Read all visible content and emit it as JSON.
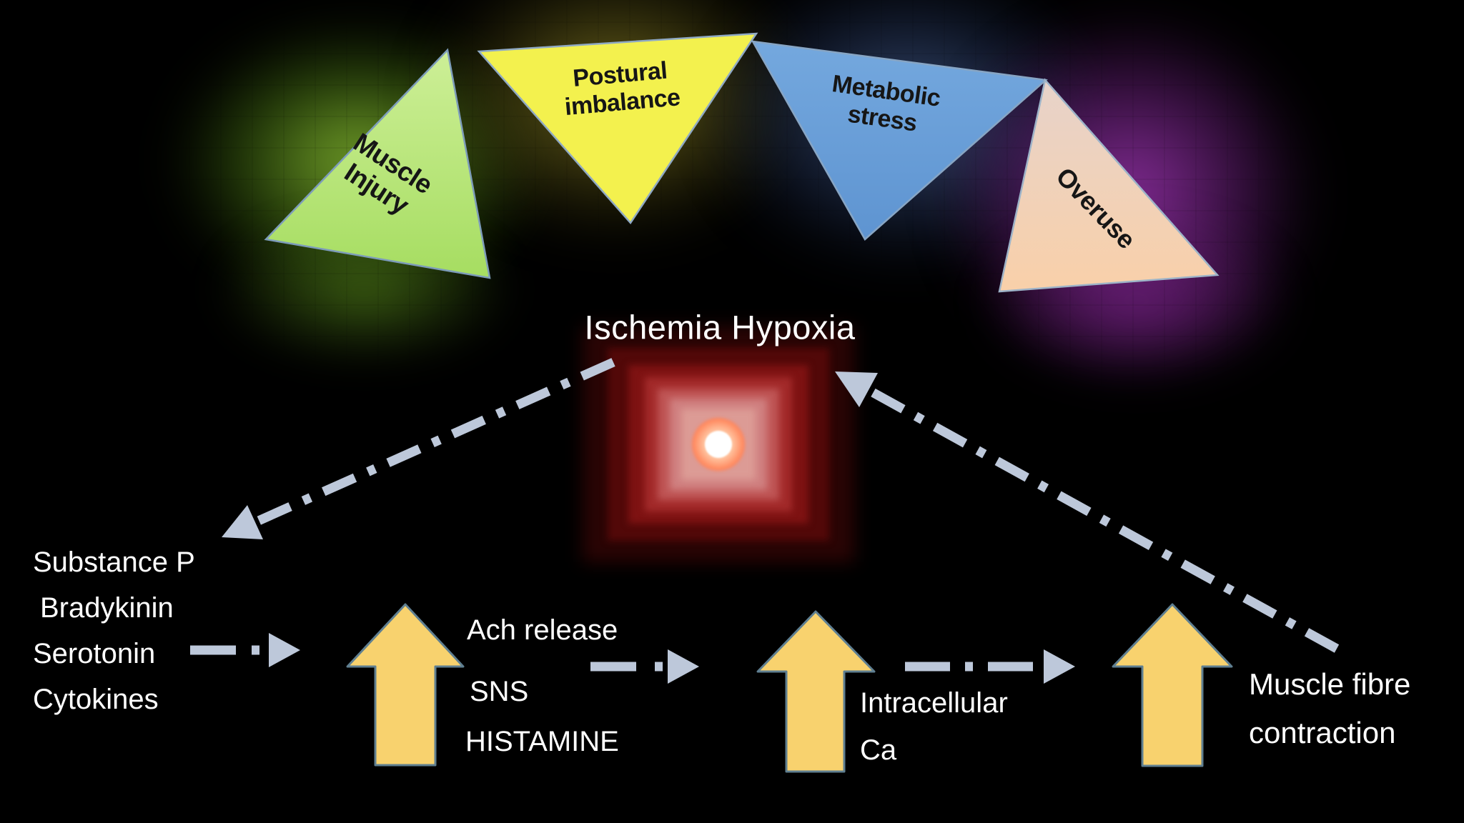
{
  "title": "Ischemia Hypoxia",
  "causes": {
    "muscle_injury": {
      "line1": "Muscle",
      "line2": "Injury"
    },
    "postural": {
      "line1": "Postural",
      "line2": "imbalance"
    },
    "metabolic": {
      "line1": "Metabolic",
      "line2": "stress"
    },
    "overuse": {
      "line1": "Overuse"
    }
  },
  "mediators": [
    "Substance P",
    "Bradykinin",
    "Serotonin",
    "Cytokines"
  ],
  "cascade": {
    "step1": [
      "Ach release",
      "SNS",
      "HISTAMINE"
    ],
    "step2": [
      "Intracellular",
      "Ca"
    ],
    "step3": [
      "Muscle fibre",
      "contraction"
    ]
  },
  "colors": {
    "background": "#000000",
    "triangle_muscle_injury": "#b2e573",
    "triangle_postural_imbalance": "#f3f14e",
    "triangle_metabolic_stress": "#699fd8",
    "triangle_overuse": "#f3d4b8",
    "triangle_border": "#7d9cba",
    "block_arrow_fill": "#f8d26e",
    "block_arrow_border": "#5f7f91",
    "connector": "#bdc8da",
    "text_light": "#ffffff",
    "text_dark": "#161616",
    "hotspot_core": "#ffffff",
    "hotspot_ring": "#ff8257",
    "hotspot_red": "#a32a2a",
    "glow_green": "#7daf2d",
    "glow_olive": "#877d23",
    "glow_blue": "#46５f91",
    "glow_purple": "#9632aa"
  }
}
